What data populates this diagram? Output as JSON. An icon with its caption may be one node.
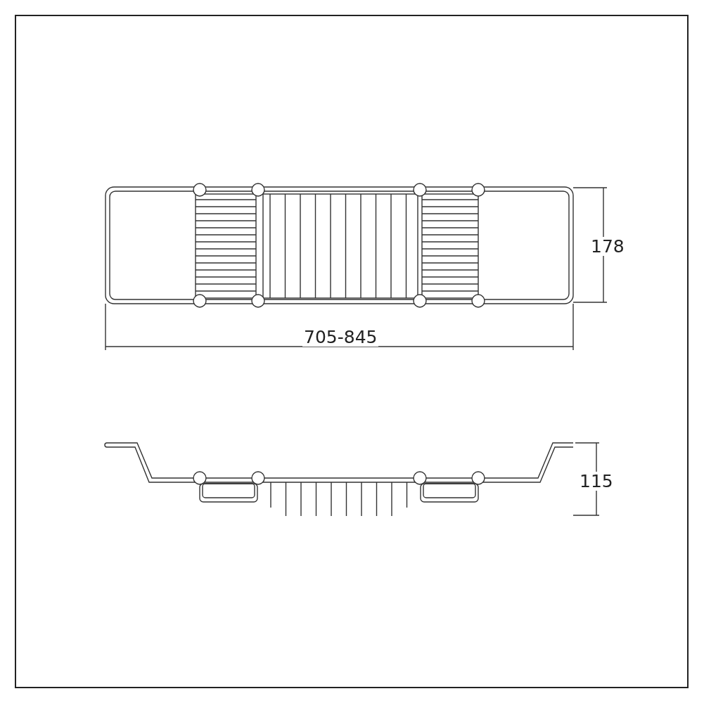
{
  "diagram": {
    "labels": [
      "178",
      "705-845",
      "115"
    ]
  }
}
